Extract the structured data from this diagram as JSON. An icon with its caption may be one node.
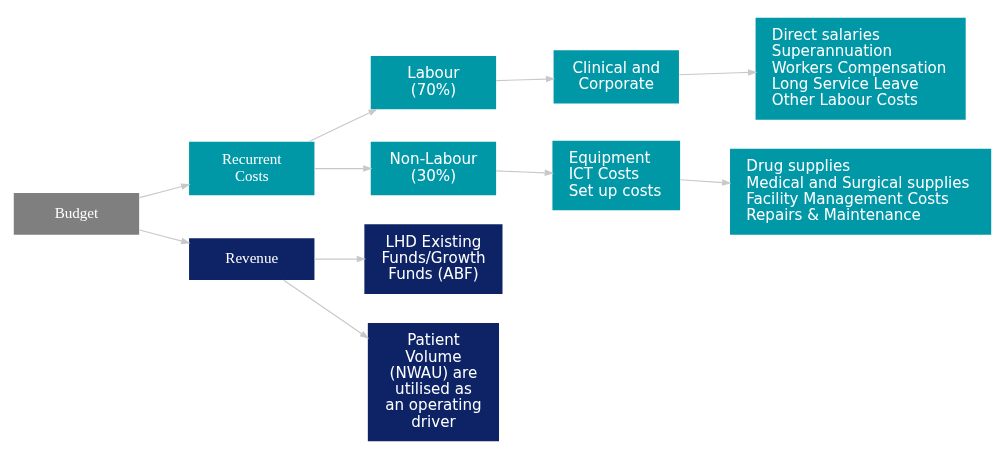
{
  "diagram": {
    "nodes": [
      {
        "text": [
          "Budget"
        ]
      },
      {
        "text": [
          "Recurrent Costs"
        ]
      },
      {
        "text": [
          "Revenue"
        ]
      },
      {
        "text": [
          "Labour (70%)"
        ]
      },
      {
        "text": [
          "Non-Labour (30%)"
        ]
      },
      {
        "text": [
          "LHD Existing Funds/Growth Funds (ABF)"
        ]
      },
      {
        "text": [
          "Patient Volume (NWAU) are utilised as an operating driver"
        ]
      },
      {
        "text": [
          "Clinical and Corporate"
        ]
      },
      {
        "text": [
          "Equipment",
          "ICT Costs",
          "Set up costs"
        ]
      },
      {
        "text": [
          "Direct salaries",
          "Superannuation",
          "Workers Compensation",
          "Long Service Leave",
          "Other Labour Costs"
        ]
      },
      {
        "text": [
          "Drug supplies",
          "Medical and Surgical supplies",
          "Facility Management Costs",
          "Repairs & Maintenance"
        ]
      }
    ],
    "edges": [
      {
        "from": 0,
        "to": 1,
        "arrow": "to"
      },
      {
        "from": 0,
        "to": 2,
        "arrow": "to"
      },
      {
        "from": 1,
        "to": 3,
        "arrow": "to"
      },
      {
        "from": 1,
        "to": 4,
        "arrow": "to"
      },
      {
        "from": 3,
        "to": 7,
        "arrow": "to"
      },
      {
        "from": 4,
        "to": 8,
        "arrow": "to"
      },
      {
        "from": 7,
        "to": 9,
        "arrow": "to"
      },
      {
        "from": 8,
        "to": 10,
        "arrow": "to"
      },
      {
        "from": 2,
        "to": 5,
        "arrow": "to"
      },
      {
        "from": 2,
        "to": 6,
        "arrow": "to"
      }
    ]
  }
}
